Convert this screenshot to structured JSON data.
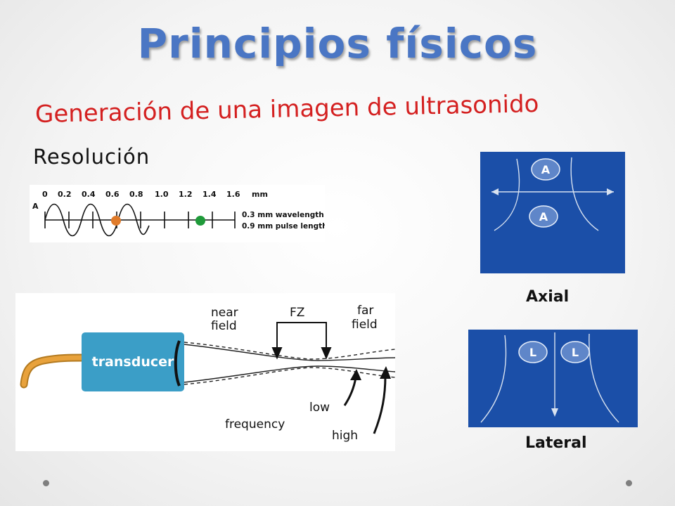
{
  "slide": {
    "title": "Principios físicos",
    "subtitle": "Generación de una imagen de ultrasonido",
    "section": "Resolución"
  },
  "wave_figure": {
    "axis_unit": "mm",
    "amplitude_label": "A",
    "ticks": [
      "0",
      "0.2",
      "0.4",
      "0.6",
      "0.8",
      "1.0",
      "1.2",
      "1.4",
      "1.6"
    ],
    "legend": [
      "0.3 mm wavelength",
      "0.9 mm pulse length"
    ],
    "colors": {
      "orange_dot": "#e07b2a",
      "green_dot": "#1f9a3a"
    }
  },
  "beam_figure": {
    "transducer_label": "transducer",
    "near_field": [
      "near",
      "field"
    ],
    "fz_label": "FZ",
    "far_field": [
      "far",
      "field"
    ],
    "low_label": "low",
    "frequency_label": "frequency",
    "high_label": "high",
    "colors": {
      "transducer": "#3b9ec7",
      "cable": "#e8a23c"
    }
  },
  "axial_panel": {
    "marker": "A",
    "caption": "Axial"
  },
  "lateral_panel": {
    "marker": "L",
    "caption": "Lateral"
  },
  "colors": {
    "title": "#4a76c4",
    "subtitle": "#d42020",
    "panel_bg": "#1b4fa8"
  }
}
